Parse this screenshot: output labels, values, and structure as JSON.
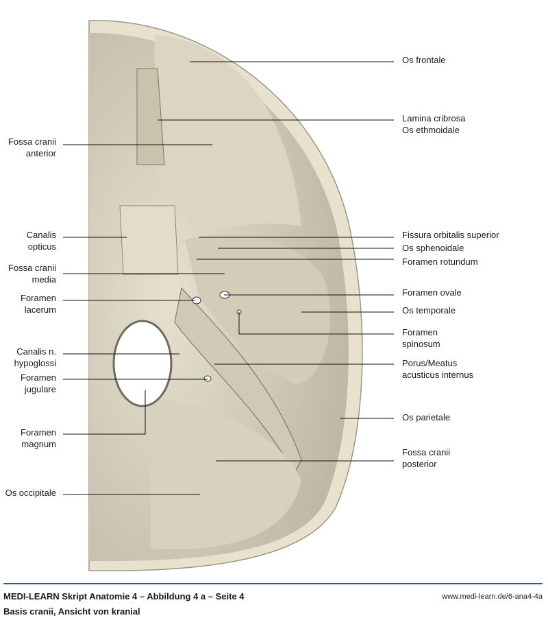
{
  "labels_left": [
    {
      "id": "fossa-cranii-anterior",
      "lines": [
        "Fossa cranii",
        "anterior"
      ]
    },
    {
      "id": "canalis-opticus",
      "lines": [
        "Canalis",
        "opticus"
      ]
    },
    {
      "id": "fossa-cranii-media",
      "lines": [
        "Fossa cranii",
        "media"
      ]
    },
    {
      "id": "foramen-lacerum",
      "lines": [
        "Foramen",
        "lacerum"
      ]
    },
    {
      "id": "canalis-n-hypoglossi",
      "lines": [
        "Canalis n.",
        "hypoglossi"
      ]
    },
    {
      "id": "foramen-jugulare",
      "lines": [
        "Foramen",
        "jugulare"
      ]
    },
    {
      "id": "foramen-magnum",
      "lines": [
        "Foramen",
        "magnum"
      ]
    },
    {
      "id": "os-occipitale",
      "lines": [
        "Os occipitale"
      ]
    }
  ],
  "labels_right": [
    {
      "id": "os-frontale",
      "lines": [
        "Os frontale"
      ]
    },
    {
      "id": "lamina-cribrosa",
      "lines": [
        "Lamina cribrosa",
        "Os ethmoidale"
      ]
    },
    {
      "id": "fissura-orbitalis-superior",
      "lines": [
        "Fissura orbitalis superior"
      ]
    },
    {
      "id": "os-sphenoidale",
      "lines": [
        "Os sphenoidale"
      ]
    },
    {
      "id": "foramen-rotundum",
      "lines": [
        "Foramen rotundum"
      ]
    },
    {
      "id": "foramen-ovale",
      "lines": [
        "Foramen ovale"
      ]
    },
    {
      "id": "os-temporale",
      "lines": [
        "Os temporale"
      ]
    },
    {
      "id": "foramen-spinosum",
      "lines": [
        "Foramen",
        "spinosum"
      ]
    },
    {
      "id": "porus-meatus",
      "lines": [
        "Porus/Meatus",
        "acusticus internus"
      ]
    },
    {
      "id": "os-parietale",
      "lines": [
        "Os parietale"
      ]
    },
    {
      "id": "fossa-cranii-posterior",
      "lines": [
        "Fossa cranii",
        "posterior"
      ]
    }
  ],
  "footer": {
    "title": "MEDI-LEARN Skript Anatomie 4 – Abbildung 4 a – Seite 4",
    "subtitle": "Basis cranii, Ansicht von kranial",
    "url": "www.medi-learn.de/6-ana4-4a"
  },
  "colors": {
    "bone": "#ddd6c3",
    "shadow": "#8f8a7d",
    "rule": "#1f5fb0"
  }
}
